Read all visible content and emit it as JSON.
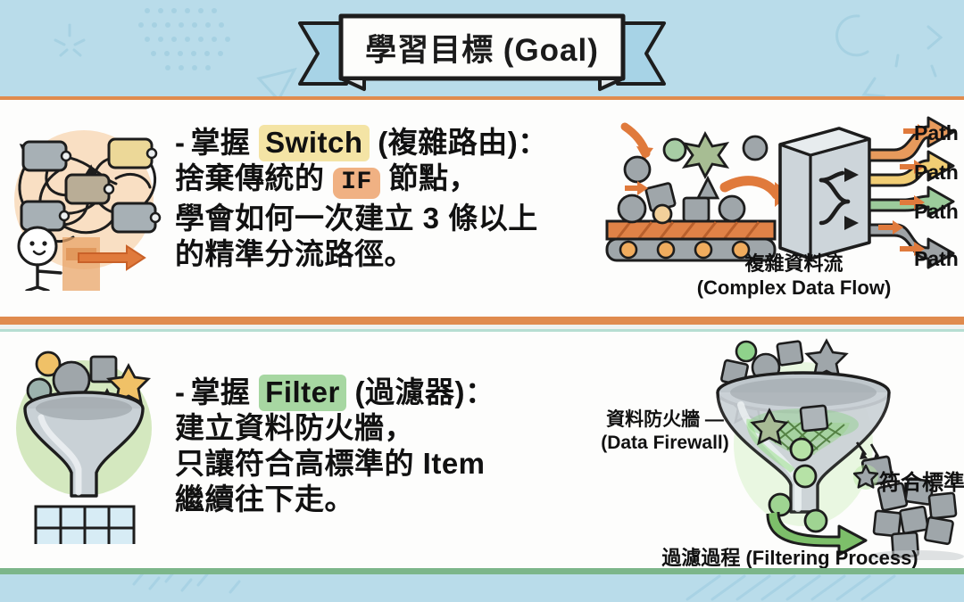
{
  "banner": {
    "title": "學習目標 (Goal)",
    "ribbon_fill": "#fdfdfb",
    "ribbon_tail": "#a7d3e6"
  },
  "theme": {
    "background": "#b9dcea",
    "panel": "#fdfdfc",
    "rule_orange": "#e08b4e",
    "rule_green": "#7cb68a",
    "rule_mint": "#b6ded2",
    "highlight_switch": "#f4e4a5",
    "highlight_filter": "#a7d7a2",
    "badge_if": "#f0b183"
  },
  "sections": [
    {
      "id": "switch",
      "dash": "-",
      "lines": [
        {
          "parts": [
            {
              "text": "-",
              "style": "dash"
            },
            {
              "text": "掌握",
              "style": "plain"
            },
            {
              "text": "Switch",
              "style": "highlight-switch"
            },
            {
              "text": "(複雜路由)：",
              "style": "plain"
            }
          ]
        },
        {
          "parts": [
            {
              "text": "捨棄傳統的",
              "style": "plain"
            },
            {
              "text": "IF",
              "style": "badge-if"
            },
            {
              "text": "節點，",
              "style": "plain"
            }
          ]
        },
        {
          "parts": [
            {
              "text": "學會如何一次建立 3 條以上",
              "style": "plain"
            }
          ]
        },
        {
          "parts": [
            {
              "text": "的精準分流路徑。",
              "style": "plain"
            }
          ]
        }
      ],
      "left_art": "tangled-routing-graph-icon",
      "right_art": "conveyor-switch-machine-icon",
      "caption_zh": "複雜資料流",
      "caption_en": "(Complex Data Flow)",
      "paths": [
        "Path A",
        "Path B",
        "Path C",
        "Path D"
      ],
      "path_colors": [
        "#e79a5c",
        "#f1cd74",
        "#9ccb9b",
        "#9ea3a6"
      ]
    },
    {
      "id": "filter",
      "lines": [
        {
          "parts": [
            {
              "text": "-",
              "style": "dash"
            },
            {
              "text": "掌握",
              "style": "plain"
            },
            {
              "text": "Filter",
              "style": "highlight-filter"
            },
            {
              "text": "(過濾器)：",
              "style": "plain"
            }
          ]
        },
        {
          "parts": [
            {
              "text": "建立資料防火牆，",
              "style": "plain"
            }
          ]
        },
        {
          "parts": [
            {
              "text": "只讓符合高標準的 Item",
              "style": "plain"
            }
          ]
        },
        {
          "parts": [
            {
              "text": "繼續往下走。",
              "style": "plain"
            }
          ]
        }
      ],
      "left_art": "funnel-with-grid-icon",
      "right_art": "funnel-mesh-filter-icon",
      "caption_firewall_zh": "資料防火牆 —",
      "caption_firewall_en": "(Data Firewall)",
      "caption_process": "過濾過程 (Filtering Process)",
      "caption_standard": "符合標準"
    }
  ]
}
